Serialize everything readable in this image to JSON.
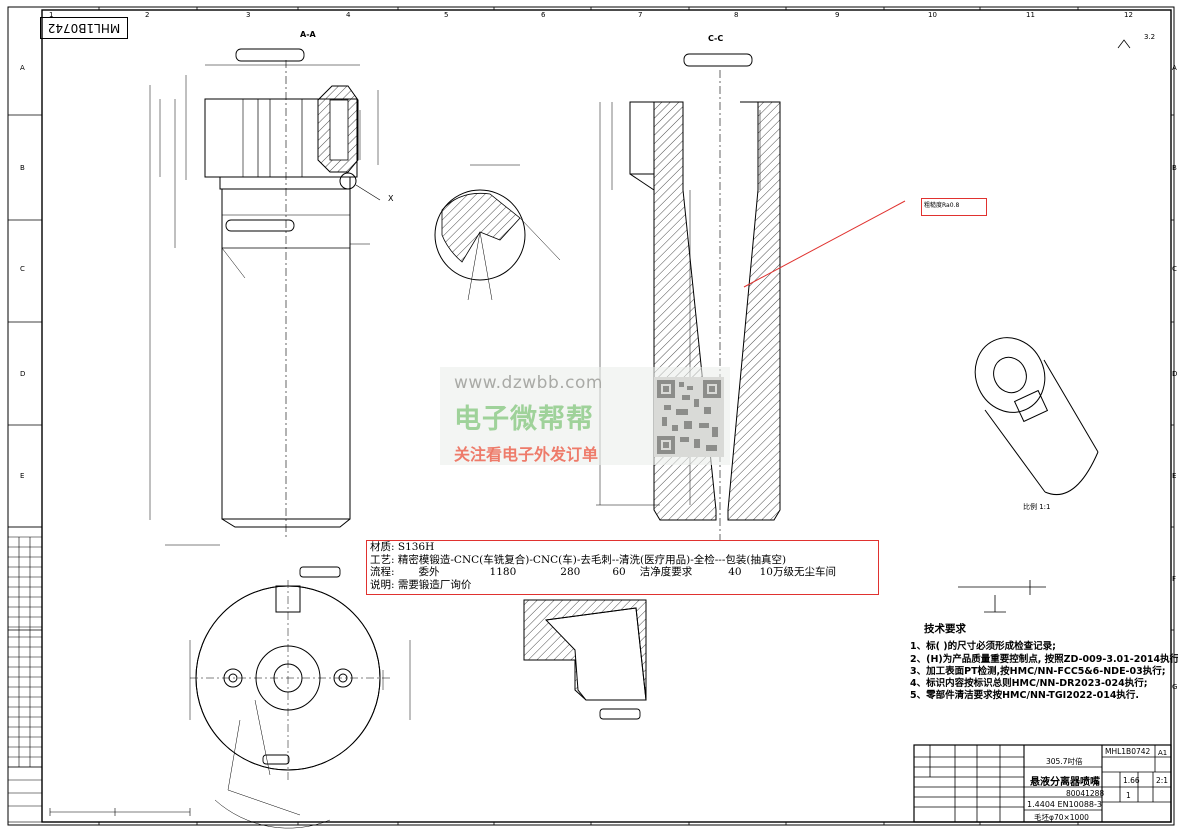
{
  "drawing_number": "MHL1B0742",
  "sheet_code": "A1",
  "grid": {
    "columns": [
      "1",
      "2",
      "3",
      "4",
      "5",
      "6",
      "7",
      "8",
      "9",
      "10",
      "11",
      "12"
    ],
    "rows": [
      "A",
      "B",
      "C",
      "D",
      "E",
      "F",
      "G"
    ]
  },
  "views": {
    "section_aa": "A-A",
    "section_cc": "C-C",
    "iso_scale": "比例 1:1",
    "view_x": "X",
    "roughness": "3.2"
  },
  "callout": "粗糙度Ra0.8",
  "process_notes": {
    "material": "材质: S136H",
    "process": "工艺: 精密模锻造-CNC(车铣复合)-CNC(车)-去毛刺--清洗(医疗用品)-全检---包装(抽真空)",
    "flow_label": "流程:",
    "flow_items": [
      "委外",
      "1180",
      "280",
      "60",
      "洁净度要求",
      "40",
      "10万级无尘车间"
    ],
    "note": "说明: 需要锻造厂询价"
  },
  "technical_requirements": {
    "title": "技术要求",
    "items": [
      "1、标( )的尺寸必须形成检查记录;",
      "2、(H)为产品质量重要控制点, 按照ZD-009-3.01-2014执行;",
      "3、加工表面PT检测,按HMC/NN-FCC5&6-NDE-03执行;",
      "4、标识内容按标识总则HMC/NN-DR2023-024执行;",
      "5、零部件清洁要求按HMC/NN-TGI2022-014执行."
    ]
  },
  "title_block": {
    "project": "305.7吋倍",
    "part_name": "悬液分离器喷嘴",
    "material": "1.4404 EN10088-3",
    "blank": "毛坯φ70×1000",
    "code": "80041288",
    "scale": "2:1",
    "weight": "1.66",
    "sheet": "1"
  },
  "watermark": {
    "url": "www.dzwbb.com",
    "name": "电子微帮帮",
    "slogan": "关注看电子外发订单"
  }
}
